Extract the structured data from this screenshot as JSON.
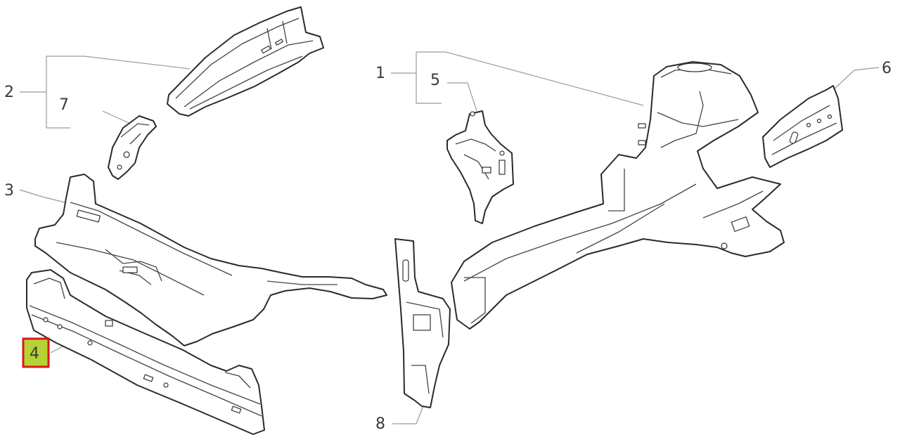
{
  "diagram": {
    "callouts": [
      {
        "id": "1",
        "label": "1"
      },
      {
        "id": "2",
        "label": "2"
      },
      {
        "id": "3",
        "label": "3"
      },
      {
        "id": "4",
        "label": "4",
        "highlighted": true
      },
      {
        "id": "5",
        "label": "5"
      },
      {
        "id": "6",
        "label": "6"
      },
      {
        "id": "7",
        "label": "7"
      },
      {
        "id": "8",
        "label": "8"
      }
    ],
    "highlight_color": "#b5d334",
    "highlight_border": "#d9171c"
  }
}
